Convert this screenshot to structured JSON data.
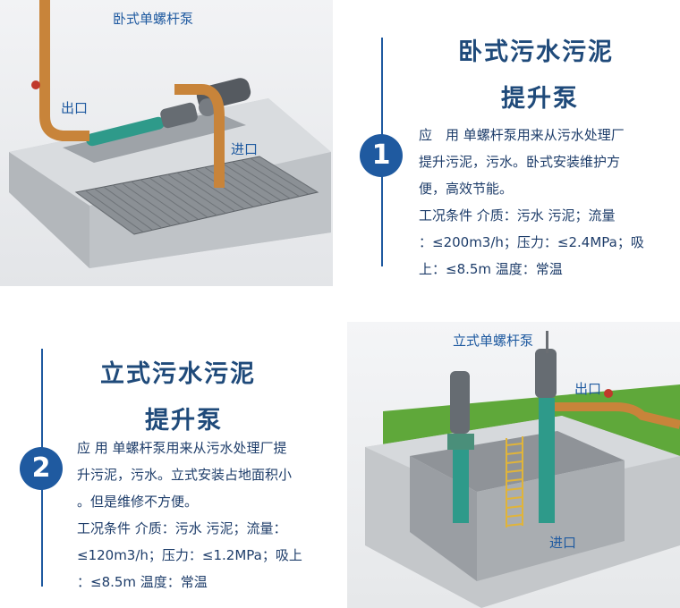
{
  "section1": {
    "number": "1",
    "illustration_caption": "卧式单螺杆泵",
    "label_outlet": "出口",
    "label_inlet": "进口",
    "title_line1": "卧式污水污泥",
    "title_line2": "提升泵",
    "lines": [
      "应　用 单螺杆泵用来从污水处理厂",
      "提升污泥，污水。卧式安装维护方",
      "便，高效节能。",
      "工况条件 介质：污水 污泥；流量",
      "：≤200m3/h；压力：≤2.4MPa；吸",
      "上：≤8.5m 温度：常温"
    ]
  },
  "section2": {
    "number": "2",
    "illustration_caption": "立式单螺杆泵",
    "label_outlet": "出口",
    "label_inlet": "进口",
    "title_line1": "立式污水污泥",
    "title_line2": "提升泵",
    "lines": [
      "应 用 单螺杆泵用来从污水处理厂提",
      "升污泥，污水。立式安装占地面积小",
      "。但是维修不方便。",
      "工况条件 介质：污水 污泥；流量：",
      "≤120m3/h；压力：≤1.2MPa；吸上",
      "：≤8.5m 温度：常温"
    ]
  },
  "colors": {
    "accent": "#1f5aa0",
    "title": "#1f4a7a",
    "pipe": "#c8843a",
    "pump_green": "#2e9a8a",
    "grass": "#5fa83a"
  }
}
